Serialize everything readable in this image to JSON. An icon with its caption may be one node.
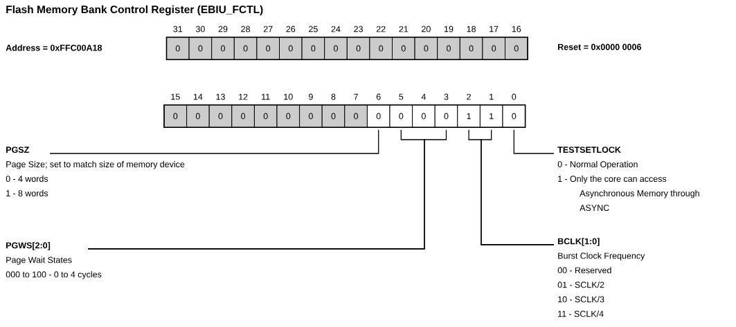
{
  "diagram": {
    "title": "Flash Memory Bank Control Register (EBIU_FCTL)",
    "nodes": [
      {
        "text": [
          "0"
        ],
        "beside": [
          "31"
        ]
      },
      {
        "text": [
          "0"
        ],
        "beside": [
          "30"
        ]
      },
      {
        "text": [
          "0"
        ],
        "beside": [
          "29"
        ]
      },
      {
        "text": [
          "0"
        ],
        "beside": [
          "28"
        ]
      },
      {
        "text": [
          "0"
        ],
        "beside": [
          "27"
        ]
      },
      {
        "text": [
          "0"
        ],
        "beside": [
          "26"
        ]
      },
      {
        "text": [
          "0"
        ],
        "beside": [
          "25"
        ]
      },
      {
        "text": [
          "0"
        ],
        "beside": [
          "24"
        ]
      },
      {
        "text": [
          "0"
        ],
        "beside": [
          "23"
        ]
      },
      {
        "text": [
          "0"
        ],
        "beside": [
          "22"
        ]
      },
      {
        "text": [
          "0"
        ],
        "beside": [
          "21"
        ]
      },
      {
        "text": [
          "0"
        ],
        "beside": [
          "20"
        ]
      },
      {
        "text": [
          "0"
        ],
        "beside": [
          "19"
        ]
      },
      {
        "text": [
          "0"
        ],
        "beside": [
          "18"
        ]
      },
      {
        "text": [
          "0"
        ],
        "beside": [
          "17"
        ]
      },
      {
        "text": [
          "0"
        ],
        "beside": [
          "16"
        ]
      },
      {
        "text": [
          "0"
        ],
        "beside": [
          "15"
        ]
      },
      {
        "text": [
          "0"
        ],
        "beside": [
          "14"
        ]
      },
      {
        "text": [
          "0"
        ],
        "beside": [
          "13"
        ]
      },
      {
        "text": [
          "0"
        ],
        "beside": [
          "12"
        ]
      },
      {
        "text": [
          "0"
        ],
        "beside": [
          "11"
        ]
      },
      {
        "text": [
          "0"
        ],
        "beside": [
          "10"
        ]
      },
      {
        "text": [
          "0"
        ],
        "beside": [
          "9"
        ]
      },
      {
        "text": [
          "0"
        ],
        "beside": [
          "8"
        ]
      },
      {
        "text": [
          "0"
        ],
        "beside": [
          "7"
        ]
      },
      {
        "text": [
          "0"
        ],
        "beside": [
          "6"
        ]
      },
      {
        "text": [
          "0"
        ],
        "beside": [
          "5"
        ]
      },
      {
        "text": [
          "0"
        ],
        "beside": [
          "4"
        ]
      },
      {
        "text": [
          "0"
        ],
        "beside": [
          "3"
        ]
      },
      {
        "text": [
          "1"
        ],
        "beside": [
          "2"
        ]
      },
      {
        "text": [
          "1"
        ],
        "beside": [
          "1"
        ]
      },
      {
        "text": [
          "0"
        ],
        "beside": [
          "0"
        ]
      },
      {
        "text": [
          "PGSZ",
          "Page Size; set to match size of memory device",
          "0 - 4 words",
          "1 - 8 words"
        ]
      },
      {
        "text": [
          "TESTSETLOCK",
          "0 - Normal Operation",
          "1 - Only the core can access Asynchronous Memory through ASYNC"
        ]
      },
      {
        "text": [
          "PGWS[2:0]",
          "Page Wait States",
          "000 to 100 - 0 to 4 cycles"
        ]
      },
      {
        "text": [
          "BCLK[1:0]",
          "Burst Clock Frequency",
          "00 - Reserved",
          "01 - SCLK/2",
          "10 - SCLK/3",
          "11 - SCLK/4"
        ]
      }
    ],
    "edges": [
      {
        "from": 32,
        "to": 25,
        "arrow": "none"
      },
      {
        "from": 33,
        "to": 31,
        "arrow": "none"
      },
      {
        "from": 34,
        "to": 26,
        "arrow": "none"
      },
      {
        "from": 34,
        "to": 28,
        "arrow": "none"
      },
      {
        "from": 35,
        "to": 29,
        "arrow": "none"
      },
      {
        "from": 35,
        "to": 30,
        "arrow": "none"
      }
    ],
    "labels": [
      "Address = 0xFFC00A18",
      "Reset = 0x0000 0006"
    ]
  }
}
